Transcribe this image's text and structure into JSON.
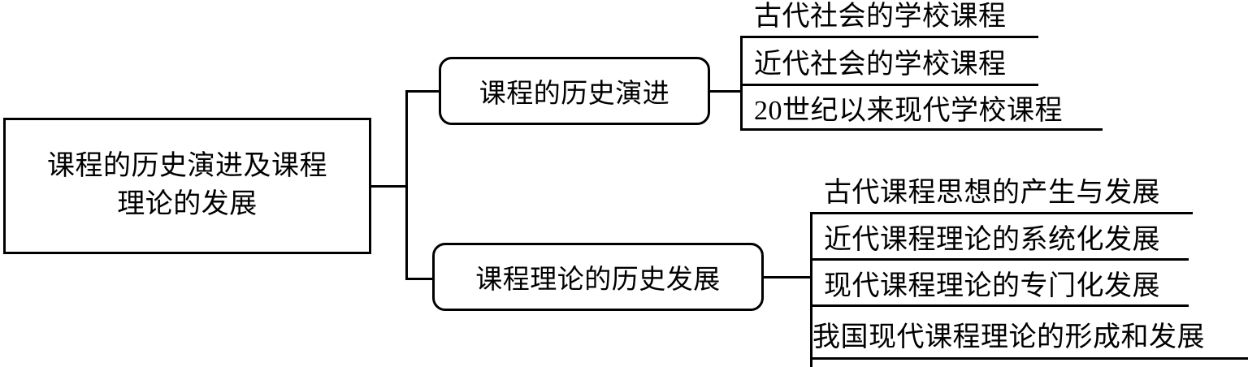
{
  "diagram": {
    "type": "tree-mindmap",
    "orientation": "left-to-right",
    "root": {
      "label": "课程的历史演进及课程理论的发展",
      "line1": "课程的历史演进及课程",
      "line2": "理论的发展",
      "shape": "rectangle"
    },
    "branches": [
      {
        "label": "课程的历史演进",
        "shape": "rounded-rectangle",
        "children": [
          {
            "label": "古代社会的学校课程"
          },
          {
            "label": "近代社会的学校课程"
          },
          {
            "label": "20世纪以来现代学校课程"
          }
        ]
      },
      {
        "label": "课程理论的历史发展",
        "shape": "rounded-rectangle",
        "children": [
          {
            "label": "古代课程思想的产生与发展"
          },
          {
            "label": "近代课程理论的系统化发展"
          },
          {
            "label": "现代课程理论的专门化发展"
          },
          {
            "label": "我国现代课程理论的形成和发展"
          }
        ]
      }
    ],
    "colors": {
      "stroke": "#000000",
      "background": "#ffffff",
      "text": "#000000"
    }
  }
}
